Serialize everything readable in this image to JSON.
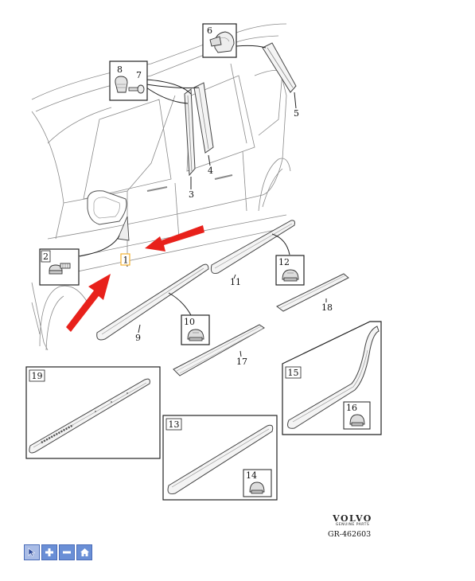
{
  "callouts": {
    "c1": "1",
    "c2": "2",
    "c3": "3",
    "c4": "4",
    "c5": "5",
    "c6": "6",
    "c7": "7",
    "c8": "8",
    "c9": "9",
    "c10": "10",
    "c11": "11",
    "c12": "12",
    "c13": "13",
    "c14": "14",
    "c15": "15",
    "c16": "16",
    "c17": "17",
    "c18": "18",
    "c19": "19"
  },
  "brand": {
    "logo": "VOLVO",
    "subtitle": "GENUINE PARTS"
  },
  "figure_code": "GR-462603",
  "toolbar": [
    {
      "name": "pointer-icon",
      "title": "select"
    },
    {
      "name": "zoom-in-icon",
      "title": "zoom in"
    },
    {
      "name": "zoom-out-icon",
      "title": "zoom out"
    },
    {
      "name": "home-icon",
      "title": "home"
    }
  ],
  "colors": {
    "arrow": "#e8211b",
    "line": "#444444",
    "highlight": "#f2b233",
    "toolbar": "#6a8fd6"
  }
}
